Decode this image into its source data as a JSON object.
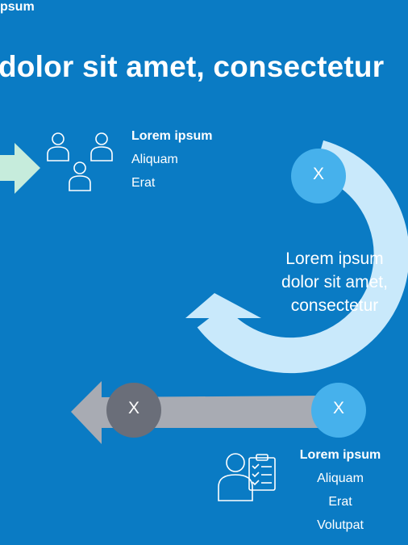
{
  "title": "dolor sit amet, consectetur",
  "top_block": {
    "heading": "Lorem ipsum",
    "line1": "Aliquam",
    "line2": "Erat"
  },
  "center_text": {
    "line1": "Lorem ipsum",
    "line2": "dolor sit amet,",
    "line3": "consectetur"
  },
  "bottom_block": {
    "heading": "Lorem ipsum",
    "line1": "Aliquam",
    "line2": "Erat",
    "line3": "Volutpat"
  },
  "left_block": {
    "heading": "psum"
  },
  "markers": {
    "top": "X",
    "bottom": "X",
    "left": "X"
  },
  "colors": {
    "background": "#0a7bc4",
    "cycle_arrow": "#c9e9fb",
    "marker_light": "#46b1ec",
    "marker_dark": "#6a6e79",
    "gray_arrow": "#a8abb3",
    "mint_arrow": "#c6ecdc"
  },
  "icons": [
    "people-group-icon",
    "person-checklist-icon"
  ]
}
